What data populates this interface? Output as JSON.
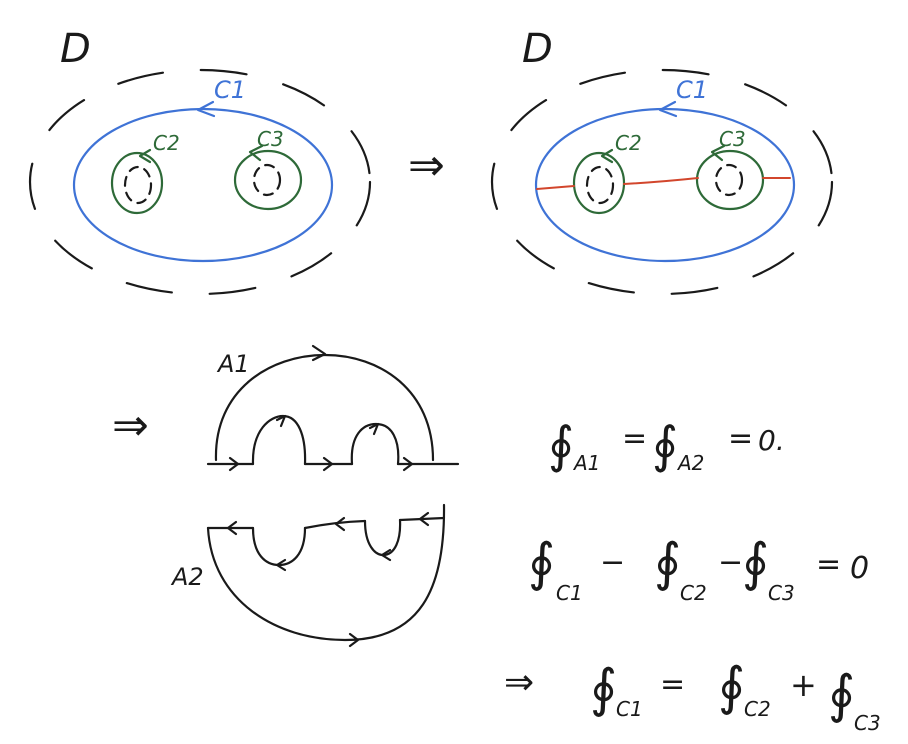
{
  "colors": {
    "ink": "#1a1a1a",
    "contour_c1": "#3f73d6",
    "contour_c2_c3": "#2e6a38",
    "cut_lines": "#d2462c",
    "background": "#ffffff"
  },
  "panel_before": {
    "domain_label": "D",
    "c1_label": "C1",
    "c2_label": "C2",
    "c3_label": "C3"
  },
  "implies_symbol": "⇒",
  "panel_after": {
    "domain_label": "D",
    "c1_label": "C1",
    "c2_label": "C2",
    "c3_label": "C3"
  },
  "split_regions": {
    "a1_label": "A1",
    "a2_label": "A2"
  },
  "equations": {
    "integral_symbol": "∮",
    "eq1": {
      "sub_a1": "A1",
      "equals_1": "=",
      "sub_a2": "A2",
      "equals_2": "=",
      "rhs": "0."
    },
    "eq2": {
      "sub_c1": "C1",
      "minus_1": "−",
      "sub_c2": "C2",
      "minus_2": "−",
      "sub_c3": "C3",
      "equals": "=",
      "rhs": "0"
    },
    "eq3": {
      "implies": "⇒",
      "sub_c1": "C1",
      "equals": "=",
      "sub_c2": "C2",
      "plus": "+",
      "sub_c3": "C3"
    }
  }
}
